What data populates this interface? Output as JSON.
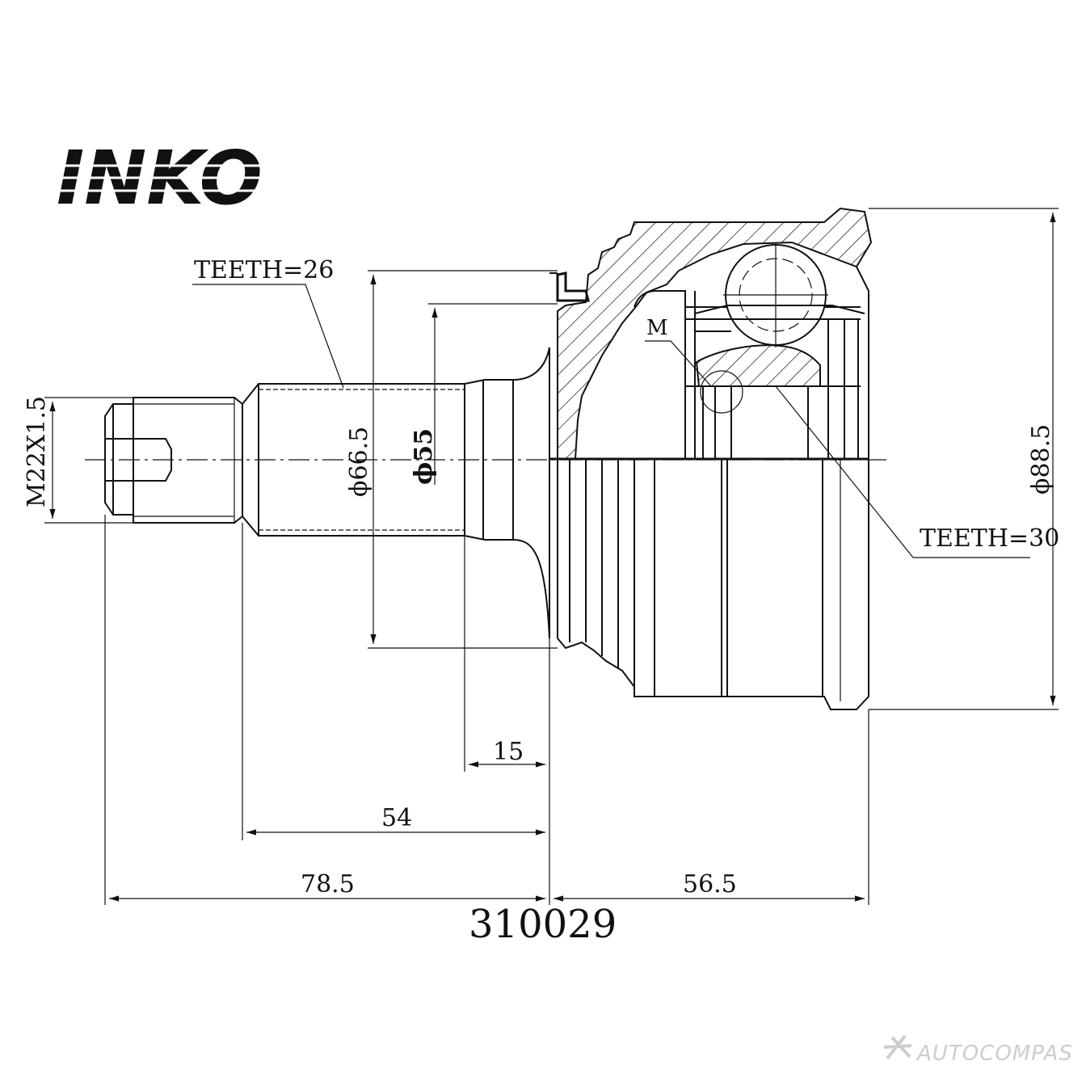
{
  "brand": "INKO",
  "part_number": "310029",
  "watermark": "AUTOCOMPAS",
  "labels": {
    "teeth_outer": "TEETH=26",
    "teeth_inner": "TEETH=30",
    "thread": "M22X1.5",
    "mark": "M"
  },
  "dimensions": {
    "shaft_diameter": "ϕ66.5",
    "seal_diameter": "ϕ55",
    "housing_diameter": "ϕ88.5",
    "collar_length": "15",
    "spline_length": "54",
    "shaft_length": "78.5",
    "body_length": "56.5"
  }
}
